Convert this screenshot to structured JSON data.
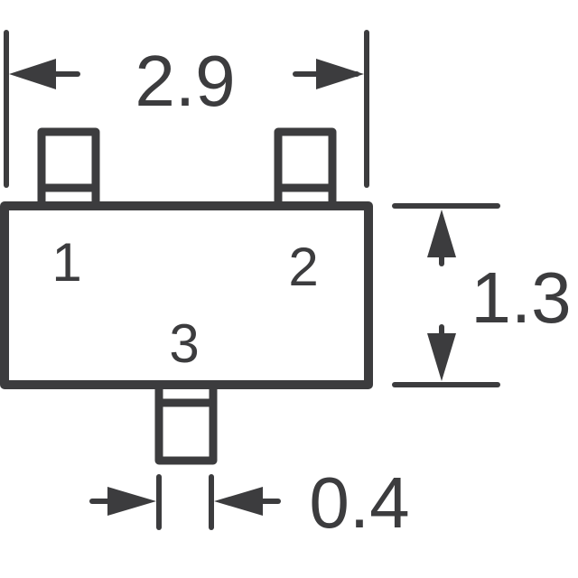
{
  "diagram": {
    "type": "package-outline",
    "package": "SOT-23 style 3-pin outline",
    "colors": {
      "line": "#3c3c3e",
      "background": "#ffffff"
    },
    "pins": [
      {
        "number": "1",
        "side": "top-left"
      },
      {
        "number": "2",
        "side": "top-right"
      },
      {
        "number": "3",
        "side": "bottom-center"
      }
    ],
    "dimensions": {
      "body_length": "2.9",
      "body_width": "1.3",
      "lead_width": "0.4"
    }
  }
}
